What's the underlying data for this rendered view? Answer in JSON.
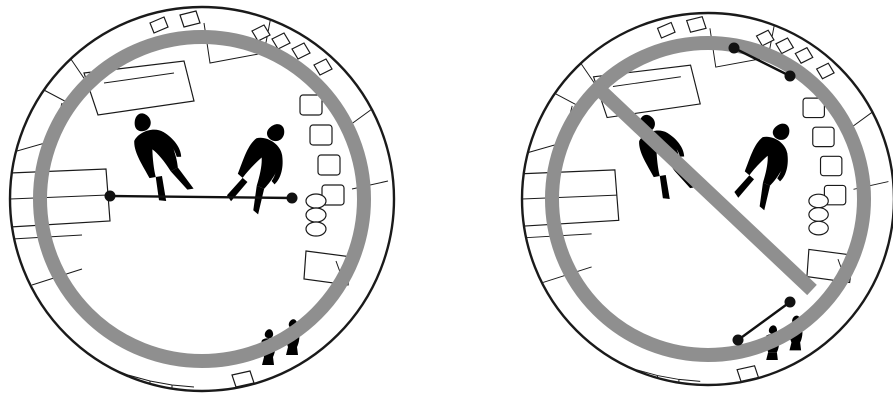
{
  "panels": [
    {
      "id": "left",
      "icon": "fisheye-room-view",
      "measure": "horizontal-line",
      "prohibited": false
    },
    {
      "id": "right",
      "icon": "fisheye-room-view",
      "measure": "edge-segments",
      "prohibited": true
    }
  ],
  "colors": {
    "outline": "#1a1a1a",
    "ring": "#8f8f8f",
    "marker": "#111111",
    "background": "#ffffff"
  }
}
